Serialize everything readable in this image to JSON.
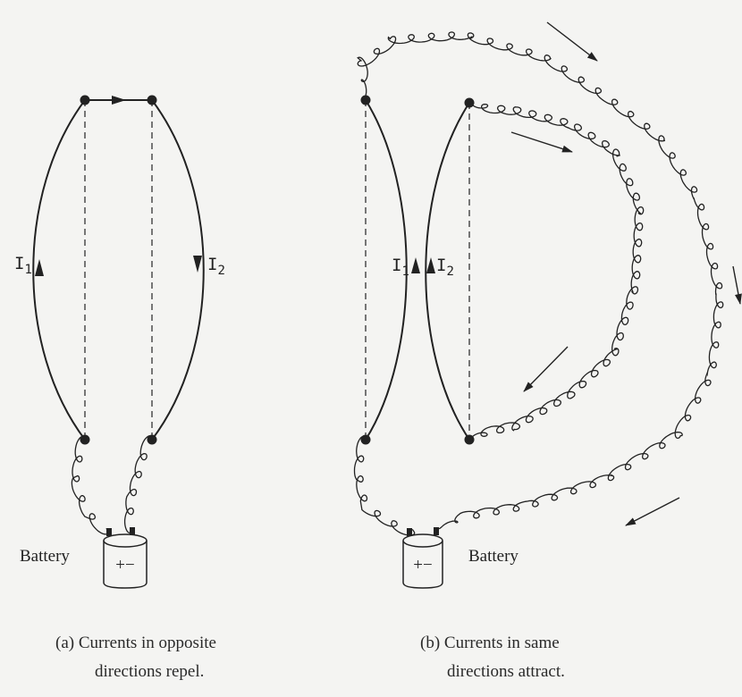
{
  "panel_a": {
    "current_left": "I",
    "current_left_sub": "1",
    "current_right": "I",
    "current_right_sub": "2",
    "battery_label": "Battery",
    "battery_terminals": "+−",
    "caption_line1": "(a) Currents in opposite",
    "caption_line2": "directions repel."
  },
  "panel_b": {
    "current_left": "I",
    "current_left_sub": "1",
    "current_right": "I",
    "current_right_sub": "2",
    "battery_label": "Battery",
    "battery_terminals": "+−",
    "caption_line1": "(b) Currents in same",
    "caption_line2": "directions attract."
  },
  "colors": {
    "ink": "#222222",
    "background": "#f4f4f2"
  }
}
